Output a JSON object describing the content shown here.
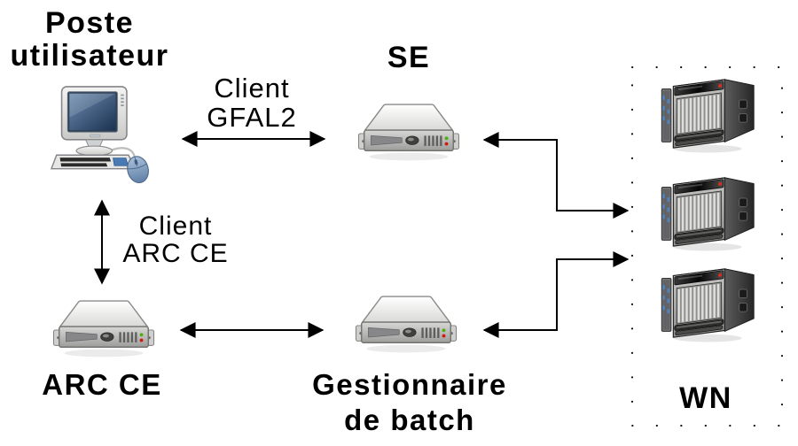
{
  "diagram": {
    "background": "#ffffff",
    "line_color": "#000000",
    "nodes": {
      "poste_utilisateur": {
        "label": "Poste\nutilisateur",
        "icon": "desktop-computer"
      },
      "se": {
        "label": "SE",
        "icon": "rack-server"
      },
      "arc_ce": {
        "label": "ARC CE",
        "icon": "rack-server"
      },
      "gestionnaire_batch": {
        "label": "Gestionnaire\nde batch",
        "icon": "rack-server"
      },
      "wn": {
        "label": "WN",
        "icon": "server-tower-x3",
        "tower_count": 3,
        "boundary": "dotted"
      }
    },
    "edge_labels": {
      "client_gfal2": {
        "label": "Client\nGFAL2"
      },
      "client_arc_ce": {
        "label": "Client\nARC CE"
      }
    },
    "edges": [
      {
        "from": "poste_utilisateur",
        "to": "se",
        "style": "double-arrow",
        "label": "Client GFAL2"
      },
      {
        "from": "poste_utilisateur",
        "to": "arc_ce",
        "style": "double-arrow",
        "label": "Client ARC CE"
      },
      {
        "from": "arc_ce",
        "to": "gestionnaire_batch",
        "style": "double-arrow",
        "label": ""
      },
      {
        "from": "se",
        "to": "wn",
        "style": "double-arrow-elbow",
        "label": ""
      },
      {
        "from": "gestionnaire_batch",
        "to": "wn",
        "style": "double-arrow-elbow",
        "label": ""
      }
    ],
    "icon_colors": {
      "screen_blue_light": "#6c8cb0",
      "screen_blue_dark": "#1b3150",
      "mouse_blue": "#a9c0da",
      "keyboard_pad_blue": "#4a7ab5",
      "server_top": "#fbfbf9",
      "server_front": "#b9b9b7",
      "tower_dark": "#3c3c3c",
      "led_red": "#d11a0e",
      "led_green": "#4fae0e",
      "connector_blue": "#4a86c8"
    }
  }
}
